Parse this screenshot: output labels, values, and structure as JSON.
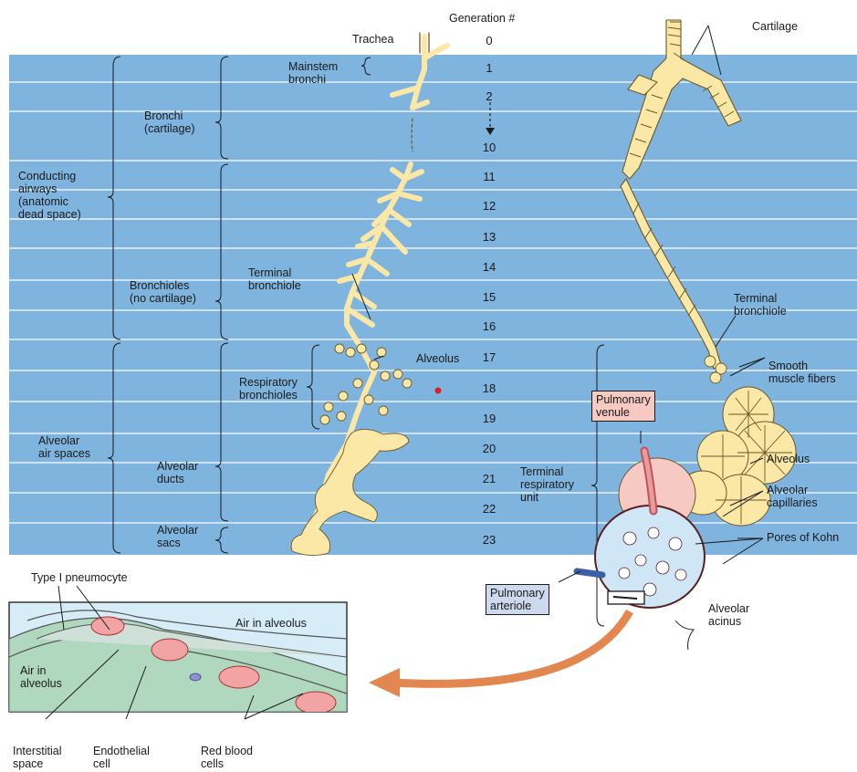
{
  "header": {
    "generation": "Generation #",
    "trachea": "Trachea",
    "cartilage": "Cartilage"
  },
  "generations": [
    "0",
    "1",
    "2",
    "10",
    "11",
    "12",
    "13",
    "14",
    "15",
    "16",
    "17",
    "18",
    "19",
    "20",
    "21",
    "22",
    "23"
  ],
  "zones": {
    "conducting": "Conducting\nairways\n(anatomic\ndead space)",
    "alveolar_air": "Alveolar\nair spaces",
    "bronchi": "Bronchi\n(cartilage)",
    "bronchioles": "Bronchioles\n(no cartilage)",
    "mainstem": "Mainstem\nbronchi",
    "terminal_bronchiole_left": "Terminal\nbronchiole",
    "alveolus_left": "Alveolus",
    "respiratory_bronchioles": "Respiratory\nbronchioles",
    "alveolar_ducts": "Alveolar\nducts",
    "alveolar_sacs": "Alveolar\nsacs"
  },
  "right": {
    "terminal_bronchiole": "Terminal\nbronchiole",
    "smooth_muscle": "Smooth\nmuscle fibers",
    "pulmonary_venule": "Pulmonary\nvenule",
    "alveolus": "Alveolus",
    "alveolar_capillaries": "Alveolar\ncapillaries",
    "pores_of_kohn": "Pores of Kohn",
    "terminal_respiratory_unit": "Terminal\nrespiratory\nunit",
    "pulmonary_arteriole": "Pulmonary\narteriole",
    "alveolar_acinus": "Alveolar\nacinus"
  },
  "inset": {
    "type1": "Type I pneumocyte",
    "air_in_alveolus_right": "Air in alveolus",
    "air_in_alveolus_left": "Air in\nalveolus",
    "interstitial": "Interstitial\nspace",
    "endothelial": "Endothelial\ncell",
    "red_blood": "Red blood\ncells"
  },
  "colors": {
    "band": "#7fb4de",
    "band_line": "#e8f2fb",
    "airway": "#fbe7a6",
    "airway_stroke": "#6b5a2a",
    "venule_fill": "#f6c9c3",
    "arteriole_fill": "#cdd9ef",
    "acinus": "#cfe6f6",
    "arrow": "#e2874f"
  }
}
